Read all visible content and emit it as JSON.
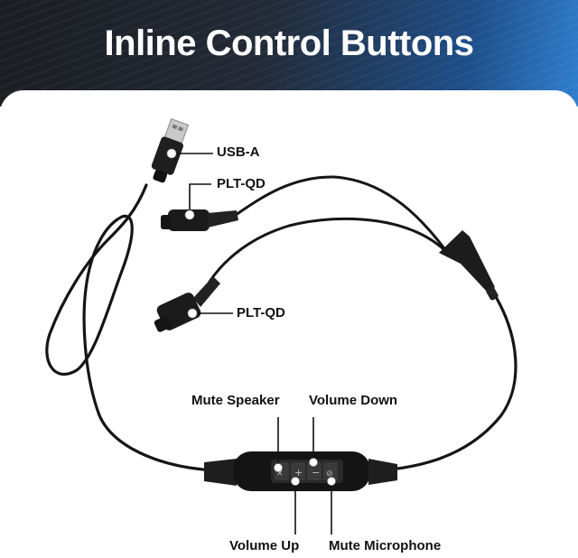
{
  "title": "Inline Control Buttons",
  "labels": {
    "usb_a": "USB-A",
    "plt_qd_top": "PLT-QD",
    "plt_qd_middle": "PLT-QD",
    "mute_speaker": "Mute Speaker",
    "volume_down": "Volume Down",
    "volume_up": "Volume Up",
    "mute_microphone": "Mute Microphone"
  },
  "colors": {
    "header_dark": "#1b1d22",
    "header_blue": "#2f7fcf",
    "cable": "#151515",
    "marker": "#ffffff",
    "label_text": "#111111"
  }
}
